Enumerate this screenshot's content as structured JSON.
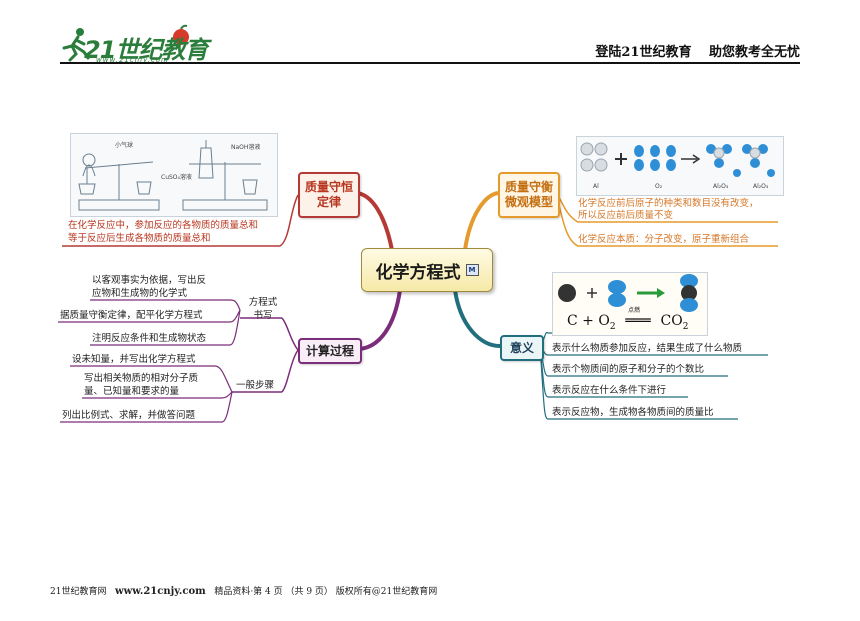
{
  "header": {
    "logo_text": "21世纪教育",
    "logo_url": "www.21cnjy.com",
    "slogan": "登陆21世纪教育　 助您教考全无忧"
  },
  "footer": {
    "left": "21世纪教育网   ",
    "url": "www.21cnjy.com",
    "right": "   精品资料·第 4 页 （共 9 页） 版权所有@21世纪教育网"
  },
  "mindmap": {
    "center": {
      "label": "化学方程式",
      "badge": "M"
    },
    "mass_conservation": {
      "label": "质量守恒定律",
      "image_labels": {
        "balloon": "小气球",
        "cuso4": "CuSO₄溶液",
        "naoh": "NaOH溶液"
      },
      "leaves": [
        "在化学反应中，参加反应的各物质的质量总和",
        "等于反应后生成各物质的质量总和"
      ]
    },
    "micro_model": {
      "label": "质量守衡微观模型",
      "image_labels": [
        "Al",
        "O₂",
        "Al₂O₃",
        "Al₂O₃"
      ],
      "leaves": [
        "化学反应前后原子的种类和数目没有改变，",
        "所以反应前后质量不变",
        "化学反应本质：分子改变，原子重新组合"
      ]
    },
    "calculation": {
      "label": "计算过程",
      "sub_write": "方程式书写",
      "sub_steps": "一般步骤",
      "write_leaves": [
        "以客观事实为依据，写出反",
        "应物和生成物的化学式",
        "据质量守衡定律，配平化学方程式",
        "注明反应条件和生成物状态"
      ],
      "step_leaves": [
        "设未知量，并写出化学方程式",
        "写出相关物质的相对分子质",
        "量、已知量和要求的量",
        "列出比例式、求解，并做答问题"
      ]
    },
    "meaning": {
      "label": "意义",
      "equation": {
        "c": "C",
        "o": "O",
        "co": "CO",
        "cond": "点燃"
      },
      "leaves": [
        "表示什么物质参加反应，结果生成了什么物质",
        "表示个物质间的原子和分子的个数比",
        "表示反应在什么条件下进行",
        "表示反应物，生成物各物质间的质量比"
      ]
    }
  }
}
